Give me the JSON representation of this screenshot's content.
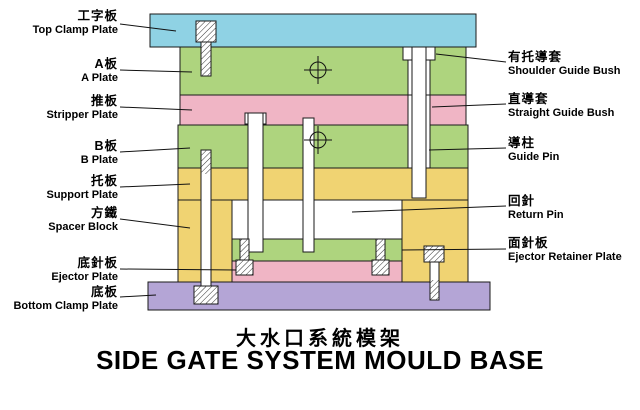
{
  "title": {
    "chinese": "大水口系統模架",
    "english": "SIDE GATE SYSTEM MOULD BASE"
  },
  "labels": {
    "left": [
      {
        "zh": "工字板",
        "en": "Top Clamp Plate"
      },
      {
        "zh": "A板",
        "en": "A Plate"
      },
      {
        "zh": "推板",
        "en": "Stripper Plate"
      },
      {
        "zh": "B板",
        "en": "B Plate"
      },
      {
        "zh": "托板",
        "en": "Support Plate"
      },
      {
        "zh": "方鐵",
        "en": "Spacer Block"
      },
      {
        "zh": "底針板",
        "en": "Ejector Plate"
      },
      {
        "zh": "底板",
        "en": "Bottom Clamp Plate"
      }
    ],
    "right": [
      {
        "zh": "有托導套",
        "en": "Shoulder Guide Bush"
      },
      {
        "zh": "直導套",
        "en": "Straight Guide Bush"
      },
      {
        "zh": "導柱",
        "en": "Guide Pin"
      },
      {
        "zh": "回針",
        "en": "Return Pin"
      },
      {
        "zh": "面針板",
        "en": "Ejector Retainer Plate"
      }
    ]
  },
  "colors": {
    "top_clamp_plate": "#8fd2e4",
    "a_plate": "#aed47e",
    "stripper_plate": "#f0b5c5",
    "b_plate": "#aed47e",
    "support_plate": "#f0d372",
    "spacer_block_left": "#f0d372",
    "spacer_block_right": "#f0d372",
    "ejector_retainer_plate": "#aed47e",
    "ejector_plate": "#f0b5c5",
    "bottom_clamp_plate": "#b4a5d6",
    "outline": "#1a1a1a"
  }
}
